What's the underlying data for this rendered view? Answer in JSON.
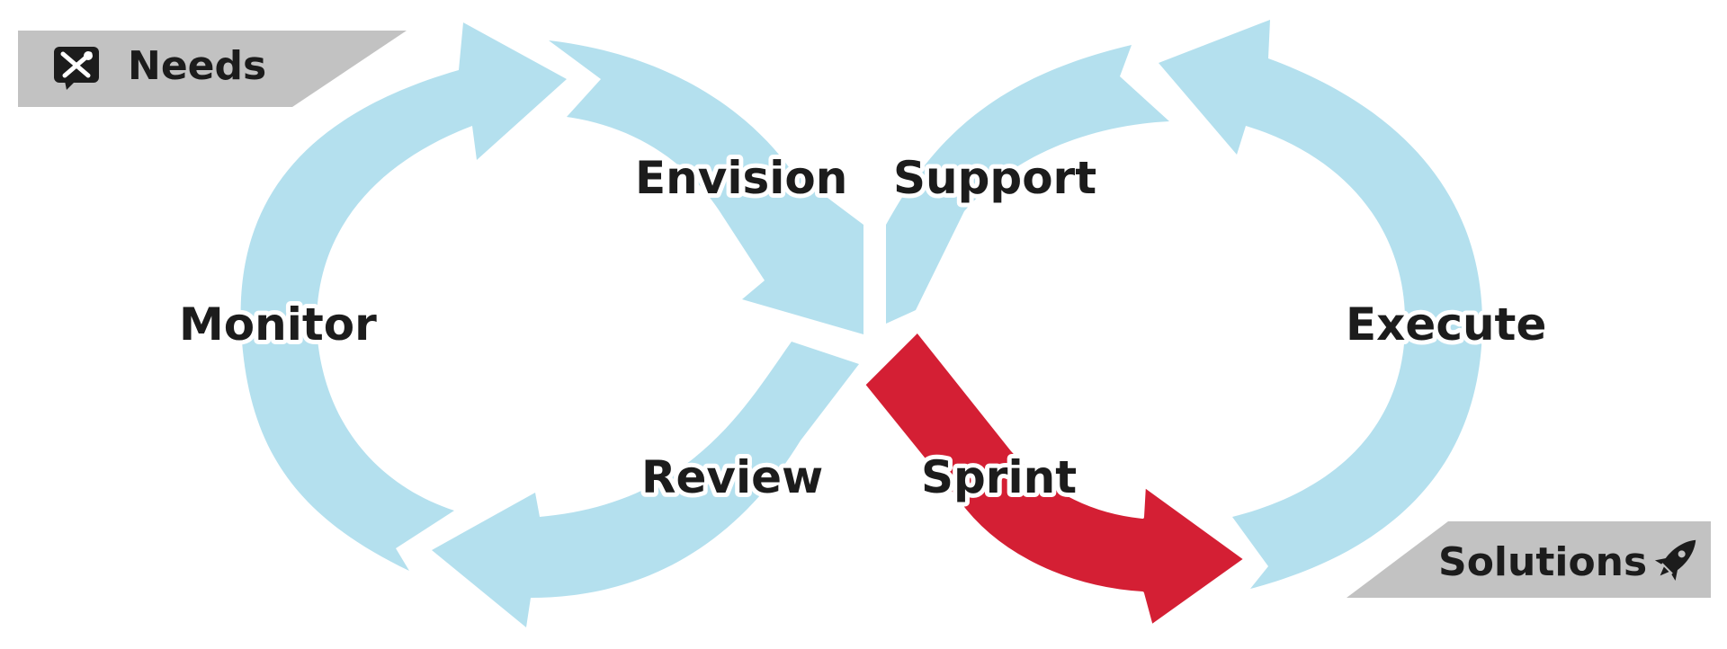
{
  "diagram": {
    "colors": {
      "loop": "#b4e0ee",
      "active": "#d41f34",
      "tag_bg": "#c2c2c2",
      "text": "#1c1c1c"
    },
    "tags": {
      "needs": {
        "label": "Needs",
        "icon": "tools-chat-icon"
      },
      "solutions": {
        "label": "Solutions",
        "icon": "rocket-icon"
      }
    },
    "stages": {
      "envision": "Envision",
      "support": "Support",
      "monitor": "Monitor",
      "execute": "Execute",
      "review": "Review",
      "sprint": "Sprint"
    },
    "active_stage": "Sprint"
  }
}
